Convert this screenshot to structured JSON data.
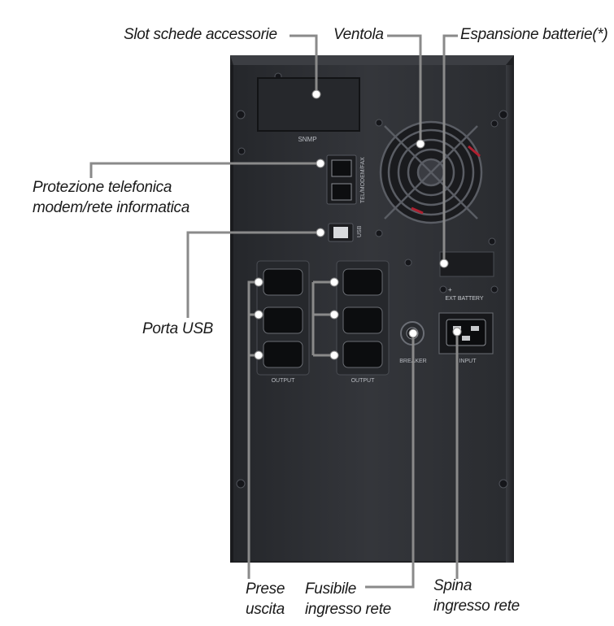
{
  "callouts": {
    "slot": "Slot schede accessorie",
    "ventola": "Ventola",
    "espansione": "Espansione batterie(*)",
    "protezione_line1": "Protezione telefonica",
    "protezione_line2": "modem/rete informatica",
    "usb": "Porta USB",
    "prese_line1": "Prese",
    "prese_line2": "uscita",
    "fusibile_line1": "Fusibile",
    "fusibile_line2": "ingresso rete",
    "spina_line1": "Spina",
    "spina_line2": "ingresso rete"
  },
  "panel_labels": {
    "snmp": "SNMP",
    "tel": "TEL/MODEM/FAX",
    "usb": "USB",
    "output_left": "OUTPUT",
    "output_right": "OUTPUT",
    "ext_plus": "+",
    "ext_battery": "EXT BATTERY",
    "breaker": "BREAKER",
    "input": "INPUT"
  },
  "colors": {
    "case": "#2e3034",
    "panel_edge": "#1c1d20",
    "leader": "#8a8a8a",
    "dot": "#ffffff"
  }
}
